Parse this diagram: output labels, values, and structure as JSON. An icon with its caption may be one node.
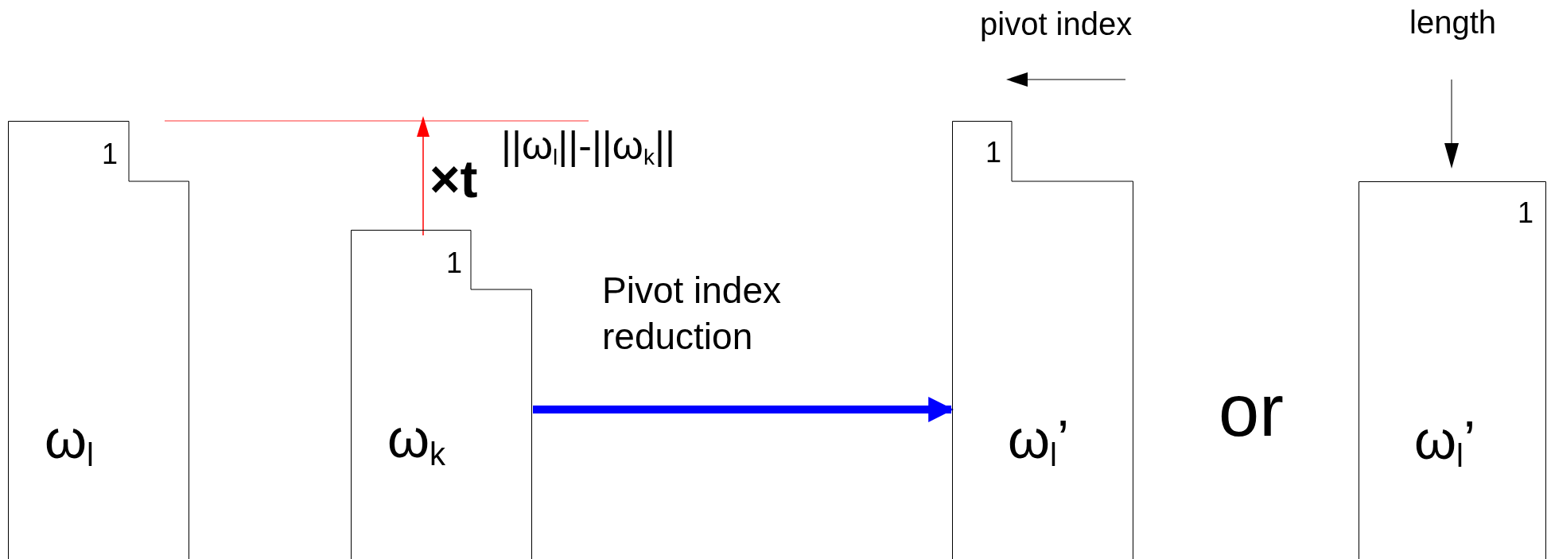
{
  "diagram": {
    "nodes": [
      {
        "text": [
          "1",
          "ω$_{l}$"
        ]
      },
      {
        "text": [
          "1",
          "ω$_{k}$"
        ]
      },
      {
        "text": [
          "1",
          "ω$_{l}$’"
        ]
      },
      {
        "text": [
          "1",
          "ω$_{l}$’"
        ]
      }
    ],
    "edges": [
      {
        "from": 1,
        "to": 2,
        "arrow": "to",
        "label": "Pivot index reduction",
        "color": "#0000ff"
      }
    ],
    "labels": [
      "×t",
      "||ω$_{l}$||-||ω$_{k}$||",
      "pivot index",
      "length",
      "or"
    ]
  }
}
